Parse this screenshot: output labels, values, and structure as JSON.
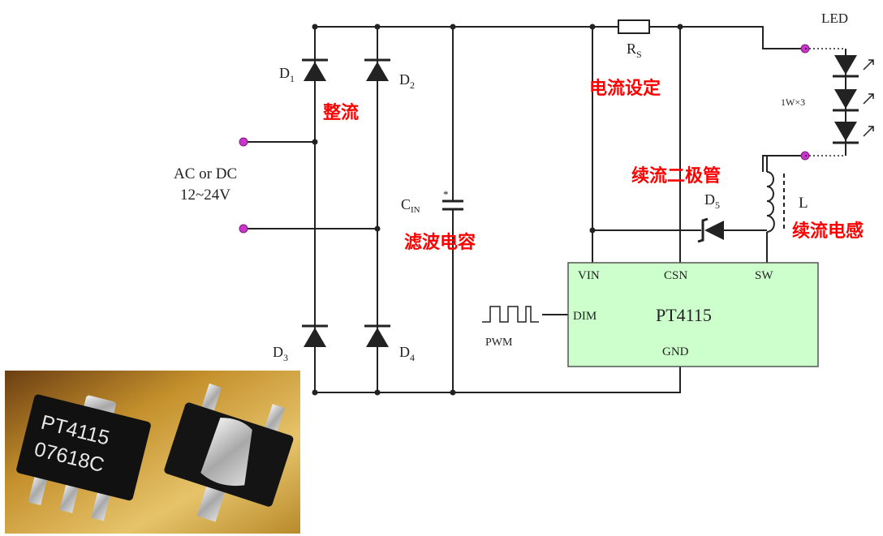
{
  "colors": {
    "wire": "#222222",
    "terminal": "#cc33cc",
    "annotation": "#ff0000",
    "ic_fill": "#ccffcc",
    "ic_stroke": "#555555",
    "photo_bg": "#c9962e"
  },
  "labels": {
    "d1": "D",
    "d1_sub": "1",
    "d2": "D",
    "d2_sub": "2",
    "d3": "D",
    "d3_sub": "3",
    "d4": "D",
    "d4_sub": "4",
    "d5": "D",
    "d5_sub": "5",
    "input_line1": "AC or DC",
    "input_line2": "12~24V",
    "cin": "C",
    "cin_sub": "IN",
    "cin_polarity": "*",
    "rs": "R",
    "rs_sub": "S",
    "led": "LED",
    "led_rating": "1W×3",
    "inductor": "L",
    "pwm": "PWM"
  },
  "annotations": {
    "rectifier": "整流",
    "filter_cap": "滤波电容",
    "current_set": "电流设定",
    "freewheel_diode": "续流二极管",
    "freewheel_inductor": "续流电感"
  },
  "ic": {
    "name": "PT4115",
    "pins": {
      "vin": "VIN",
      "csn": "CSN",
      "sw": "SW",
      "dim": "DIM",
      "gnd": "GND"
    }
  },
  "photo": {
    "chip_marking_line1": "PT4115",
    "chip_marking_line2": "07618C"
  }
}
